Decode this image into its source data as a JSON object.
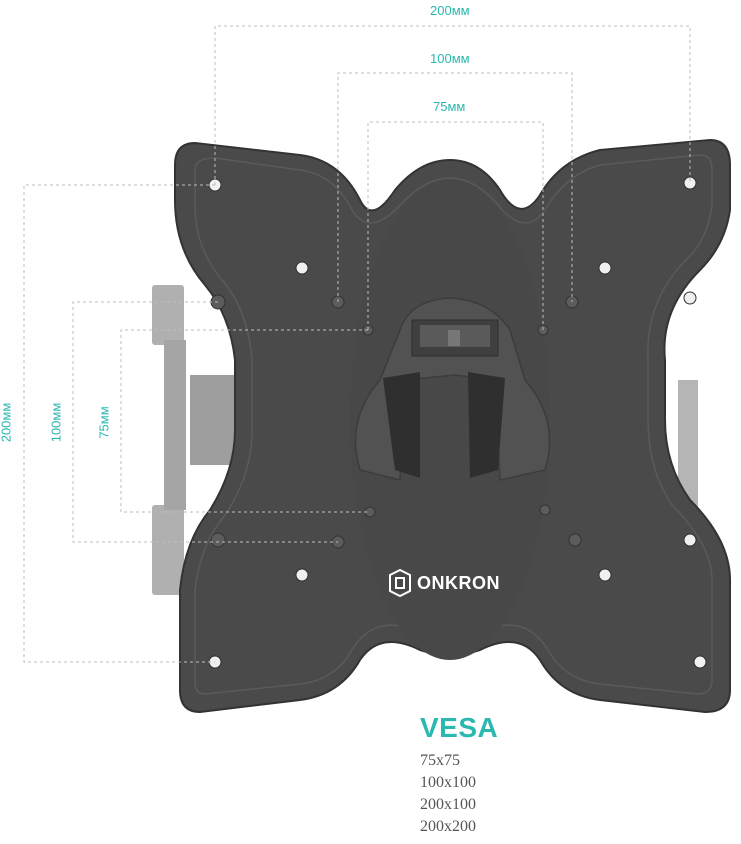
{
  "dimensions": {
    "horizontal": {
      "outer": "200мм",
      "middle": "100мм",
      "inner": "75мм"
    },
    "vertical": {
      "outer": "200мм",
      "middle": "100мм",
      "inner": "75мм"
    }
  },
  "brand": {
    "name": "ONKRON",
    "icon": "onkron-logo-icon"
  },
  "vesa": {
    "title": "VESA",
    "sizes": [
      "75x75",
      "100x100",
      "200x100",
      "200x200"
    ]
  },
  "colors": {
    "accent": "#2ab8b0",
    "plate": "#4a4a4a",
    "plate_edge": "#3a3a3a",
    "dimension_line": "#bdbdbd",
    "bracket": "#a8a8a8"
  }
}
